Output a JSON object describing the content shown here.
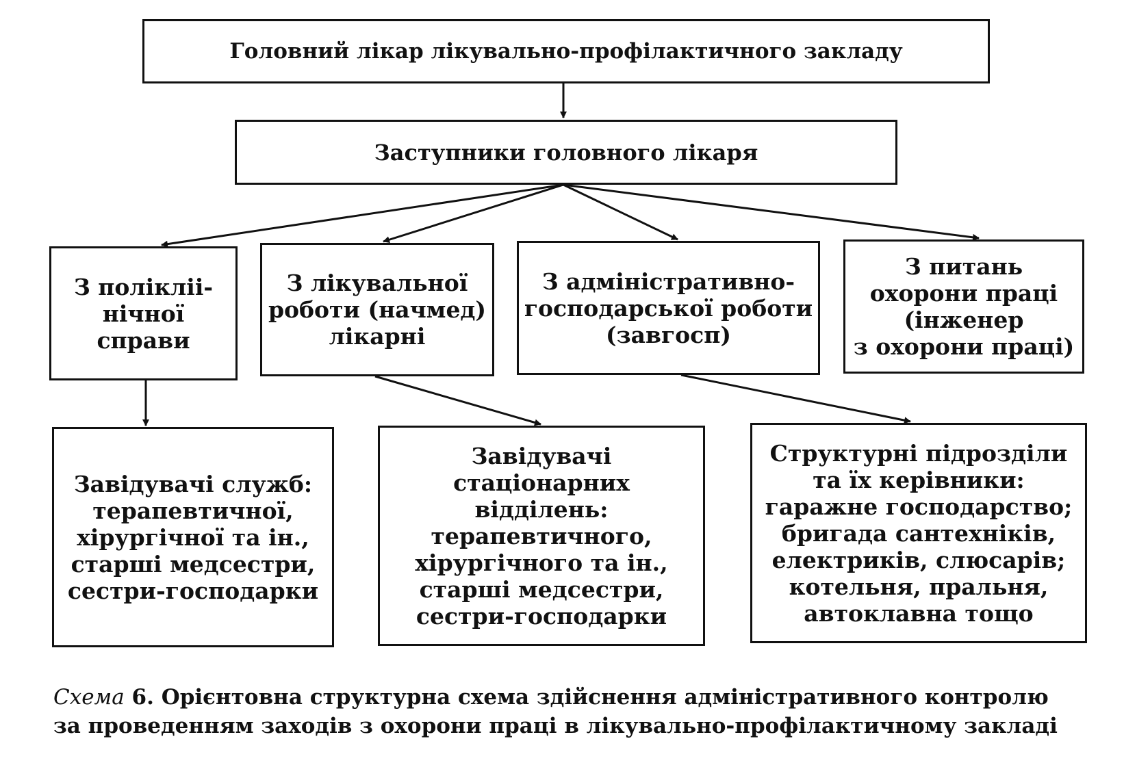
{
  "diagram": {
    "head": "Головний лікар лікувально-профілактичного закладу",
    "deputies": "Заступники головного лікаря",
    "level2": [
      "З полікліі-\nнічної\nсправи",
      "З лікувальної\nроботи (начмед)\nлікарні",
      "З адміністративно-\nгосподарської роботи\n(завгосп)",
      "З питань\nохорони праці\n(інженер\nз охорони праці)"
    ],
    "level3": [
      "Завідувачі служб:\nтерапевтичної,\nхірургічної та ін.,\nстарші медсестри,\nсестри-господарки",
      "Завідувачі\nстаціонарних\nвідділень:\nтерапевтичного,\nхірургічного та ін.,\nстарші медсестри,\nсестри-господарки",
      "Структурні підрозділи\nта їх керівники:\nгаражне господарство;\nбригада сантехніків,\nелектриків, слюсарів;\nкотельня, пральня,\nавтоклавна тощо"
    ]
  },
  "caption": {
    "label": "Схема",
    "number": "6",
    "line1": ". Орієнтовна структурна схема здійснення адміністративного контролю",
    "line2": "за проведенням заходів з охорони праці в лікувально-профілактичному закладі"
  }
}
